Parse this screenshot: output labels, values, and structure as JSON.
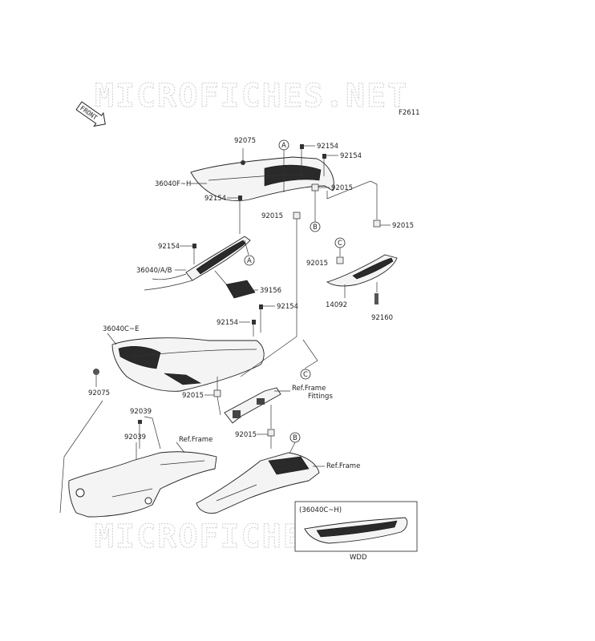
{
  "watermark": "MICROFICHES.NET",
  "figure_code": "F2611",
  "front_label": "FRONT",
  "labels": {
    "p92075_top": "92075",
    "p36040FH": "36040F~H",
    "p92154_a": "92154",
    "p92154_b": "92154",
    "p92154_c": "92154",
    "p92154_d": "92154",
    "p92154_e": "92154",
    "p92154_f": "92154",
    "p92015_a": "92015",
    "p92015_b": "92015",
    "p92015_c": "92015",
    "p92015_d": "92015",
    "p92015_e": "92015",
    "p92015_f": "92015",
    "p36040AB": "36040/A/B",
    "p39156": "39156",
    "p14092": "14092",
    "p92160": "92160",
    "p36040CE": "36040C~E",
    "p92075_left": "92075",
    "p92039_a": "92039",
    "p92039_b": "92039",
    "ref_frame_1": "Ref.Frame",
    "ref_frame_2": "Ref.Frame",
    "ref_frame_fittings_1": "Ref.Frame",
    "ref_frame_fittings_2": "Fittings",
    "inset_label": "(36040C~H)",
    "inset_code": "WDD"
  },
  "callouts": {
    "A1": "A",
    "A2": "A",
    "B1": "B",
    "B2": "B",
    "C1": "C",
    "C2": "C"
  }
}
